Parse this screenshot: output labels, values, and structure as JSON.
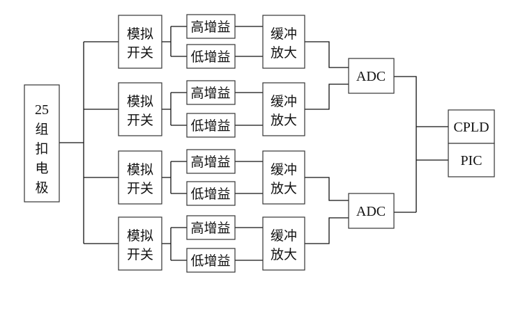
{
  "electrode": {
    "count": "25",
    "chars": [
      "组",
      "扣",
      "电",
      "极"
    ]
  },
  "switch_block": {
    "line1": "模拟",
    "line2": "开关"
  },
  "high_gain": "高增益",
  "low_gain": "低增益",
  "buffer_block": {
    "line1": "缓冲",
    "line2": "放大"
  },
  "adc_label": "ADC",
  "cpld_label": "CPLD",
  "pic_label": "PIC"
}
